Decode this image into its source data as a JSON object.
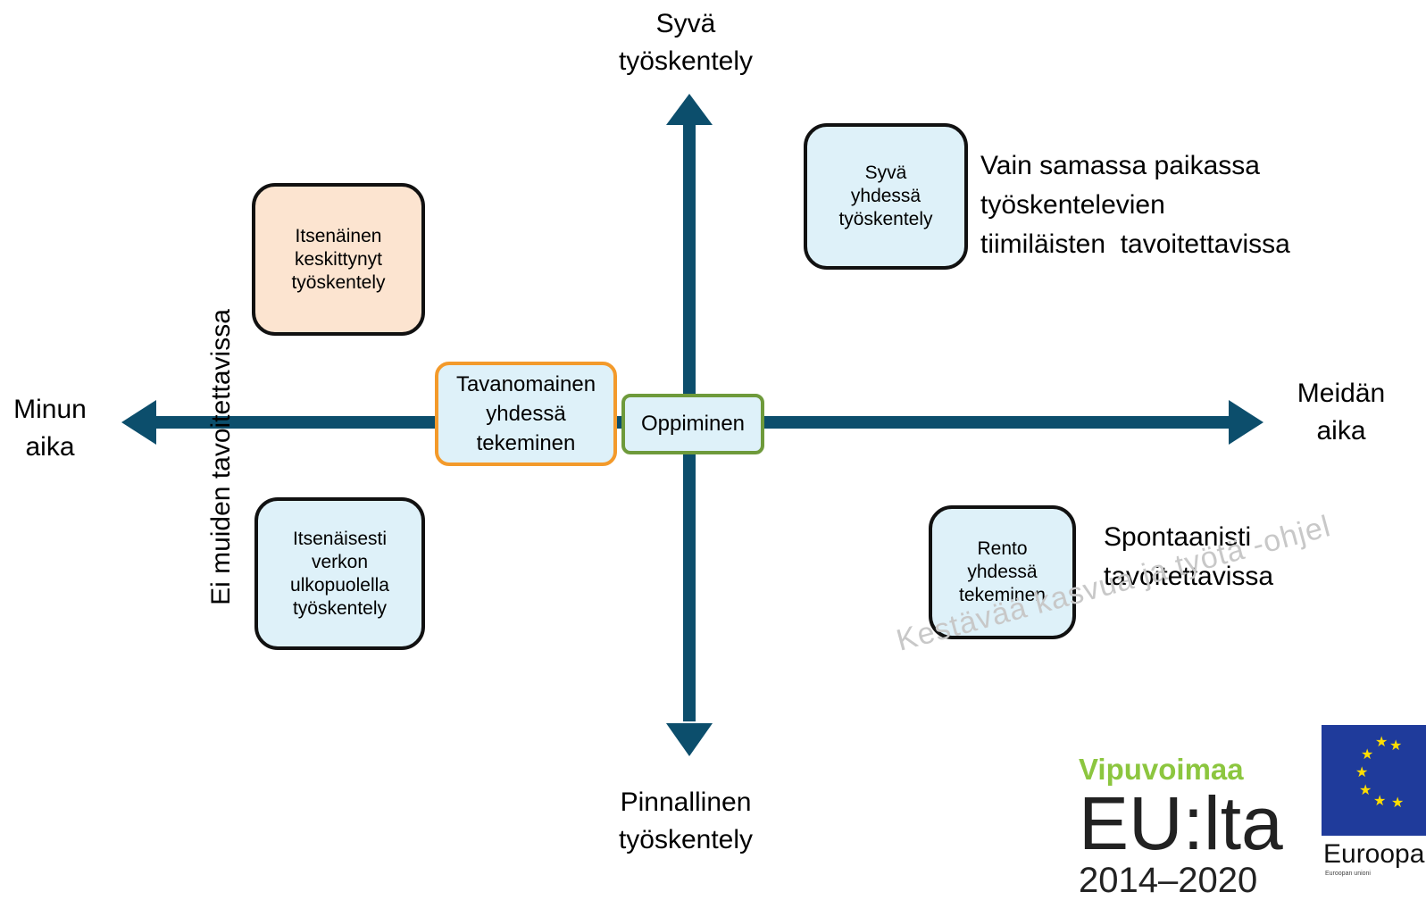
{
  "axes": {
    "top": [
      "Syvä",
      "työskentely"
    ],
    "bottom": [
      "Pinnallinen",
      "työskentely"
    ],
    "left": [
      "Minun",
      "aika"
    ],
    "right": [
      "Meidän",
      "aika"
    ],
    "vertical_text": "Ei muiden tavoitettavissa",
    "color": "#0c4e6c"
  },
  "boxes": {
    "independent_focused": [
      "Itsenäinen",
      "keskittynyt",
      "työskentely"
    ],
    "deep_together": [
      "Syvä",
      "yhdessä",
      "työskentely"
    ],
    "ordinary_together": [
      "Tavanomainen",
      "yhdessä",
      "tekeminen"
    ],
    "learning": "Oppiminen",
    "offline": [
      "Itsenäisesti",
      "verkon",
      "ulkopuolella",
      "työskentely"
    ],
    "relaxed_together": [
      "Rento",
      "yhdessä",
      "tekeminen"
    ]
  },
  "notes": {
    "colocated": [
      "Vain samassa paikassa",
      "työskentelevien",
      "tiimiläisten  tavoitettavissa"
    ],
    "spontaneous": [
      "Spontaanisti",
      "tavoitettavissa"
    ]
  },
  "watermark": "Kestävää kasvua ja työtä -ohjel",
  "logos": {
    "vipuvoimaa": "Vipuvoimaa",
    "eulta": "EU:lta",
    "years": "2014–2020",
    "eu_text": "Euroopa",
    "eu_small": "Euroopan unioni"
  }
}
